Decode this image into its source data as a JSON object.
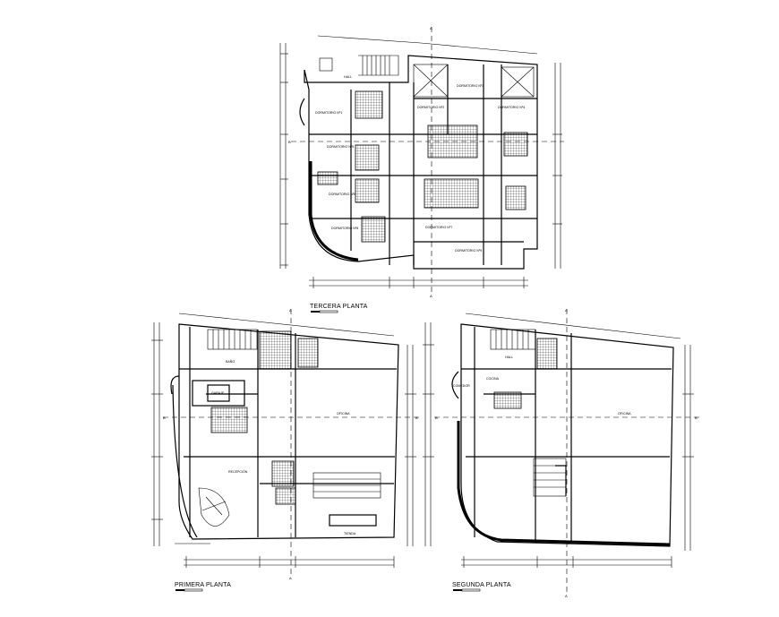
{
  "plans": {
    "third": {
      "title": "TERCERA PLANTA"
    },
    "first": {
      "title": "PRIMERA PLANTA"
    },
    "second": {
      "title": "SEGUNDA PLANTA"
    }
  },
  "rooms": {
    "third": {
      "hall": "HALL",
      "dorm1": "DORMITORIO Nº1",
      "dorm2": "DORMITORIO Nº2",
      "dorm3": "DORMITORIO Nº3",
      "dorm4": "DORMITORIO Nº4",
      "dorm5": "DORMITORIO Nº5",
      "dorm6": "DORMITORIO Nº6",
      "dorm7": "DORMITORIO Nº7",
      "dorm8": "DORMITORIO Nº8",
      "dorm9": "DORMITORIO Nº9"
    },
    "first": {
      "bano": "BAÑO",
      "garage": "GARAJE",
      "recepcion": "RECEPCIÓN",
      "oficina": "OFICINA",
      "tienda": "TIENDA"
    },
    "second": {
      "hall": "HALL",
      "comedor": "COMEDOR",
      "cocina": "COCINA",
      "oficina": "OFICINA"
    }
  },
  "axis_labels": {
    "a": "A",
    "b": "B"
  }
}
